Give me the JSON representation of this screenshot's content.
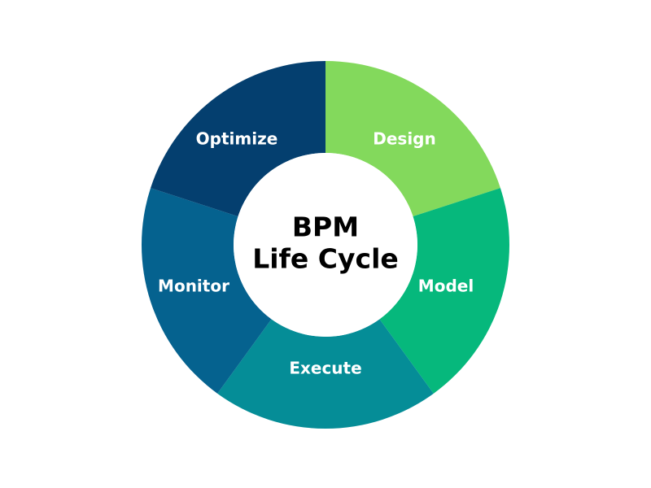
{
  "center": {
    "line1": "BPM",
    "line2": "Life Cycle"
  },
  "segments": [
    {
      "label": "Design",
      "color": "#83d95c"
    },
    {
      "label": "Model",
      "color": "#06b87c"
    },
    {
      "label": "Execute",
      "color": "#058d97"
    },
    {
      "label": "Monitor",
      "color": "#05628f"
    },
    {
      "label": "Optimize",
      "color": "#043f6f"
    }
  ]
}
